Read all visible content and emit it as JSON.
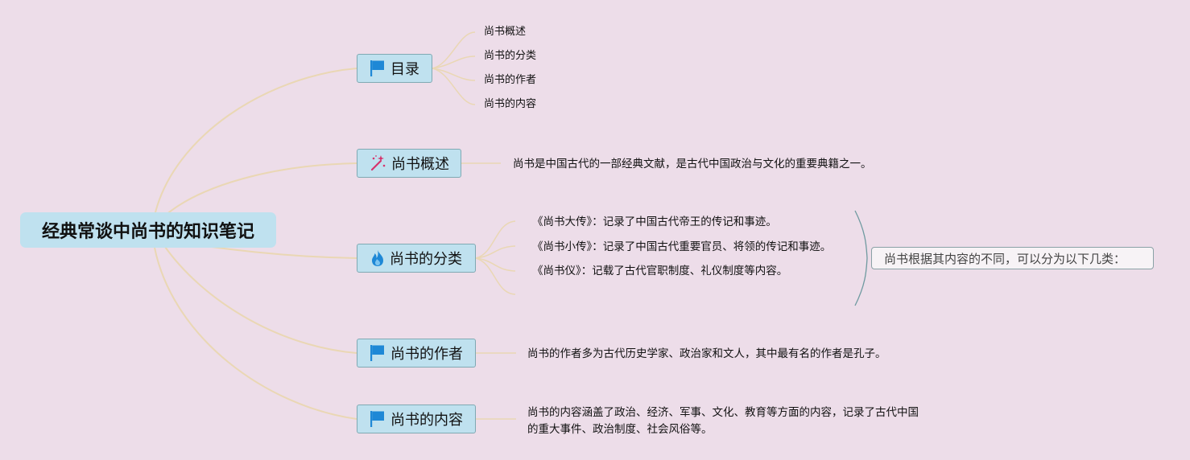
{
  "root": {
    "title": "经典常谈中尚书的知识笔记"
  },
  "branches": [
    {
      "label": "目录",
      "icon": "flag-icon"
    },
    {
      "label": "尚书概述",
      "icon": "magic-wand-icon"
    },
    {
      "label": "尚书的分类",
      "icon": "flame-icon"
    },
    {
      "label": "尚书的作者",
      "icon": "flag-icon"
    },
    {
      "label": "尚书的内容",
      "icon": "flag-icon"
    }
  ],
  "toc": {
    "items": [
      "尚书概述",
      "尚书的分类",
      "尚书的作者",
      "尚书的内容"
    ]
  },
  "overview": {
    "text": "尚书是中国古代的一部经典文献，是古代中国政治与文化的重要典籍之一。"
  },
  "classification": {
    "items": [
      "《尚书大传》：记录了中国古代帝王的传记和事迹。",
      "《尚书小传》：记录了中国古代重要官员、将领的传记和事迹。",
      "《尚书仪》：记载了古代官职制度、礼仪制度等内容。"
    ],
    "summary": "尚书根据其内容的不同，可以分为以下几类："
  },
  "author": {
    "text": "尚书的作者多为古代历史学家、政治家和文人，其中最有名的作者是孔子。"
  },
  "content": {
    "text": "尚书的内容涵盖了政治、经济、军事、文化、教育等方面的内容，记录了古代中国的重大事件、政治制度、社会风俗等。"
  },
  "colors": {
    "background": "#eddde9",
    "node_fill": "#bfe1ef",
    "node_border": "#7fa9b3",
    "connector": "#ead7b4",
    "brace": "#6f9aa0",
    "flag_icon": "#1e88d6",
    "flame_icon": "#1e88d6",
    "wand_icon": "#d6336c"
  }
}
